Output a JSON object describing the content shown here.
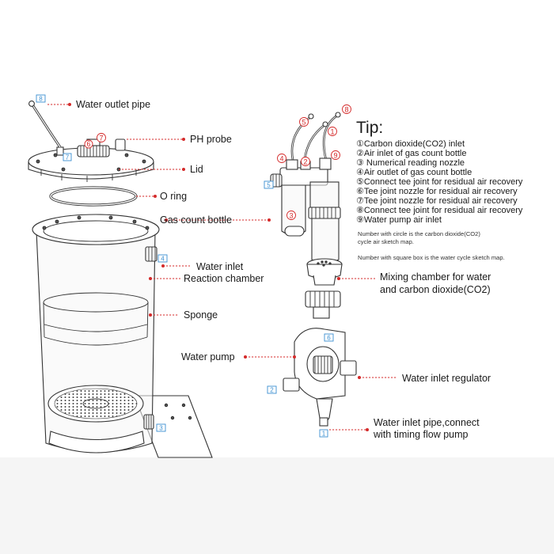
{
  "labels": {
    "water_outlet_pipe": "Water outlet pipe",
    "ph_probe": "PH probe",
    "lid": "Lid",
    "o_ring": "O ring",
    "gas_count_bottle": "Gas count bottle",
    "water_inlet": "Water inlet",
    "reaction_chamber": "Reaction chamber",
    "sponge": "Sponge",
    "water_pump": "Water pump",
    "mixing_chamber_line1": "Mixing chamber for water",
    "mixing_chamber_line2": "and carbon dioxide(CO2)",
    "water_inlet_regulator": "Water inlet regulator",
    "water_inlet_pipe_line1": "Water inlet pipe,connect",
    "water_inlet_pipe_line2": "with timing flow pump"
  },
  "tip": {
    "title": "Tip:",
    "items": [
      "①Carbon dioxide(CO2) inlet",
      "②Air inlet of gas count bottle",
      "③ Numerical reading nozzle",
      "④Air outlet of gas count bottle",
      "⑤Connect tee joint for residual air recovery",
      "⑥Tee joint nozzle for residual air recovery",
      "⑦Tee joint nozzle for residual air recovery",
      "⑧Connect tee joint for residual air recovery",
      "⑨Water pump air inlet"
    ],
    "note1_line1": "Number with circle is the carbon dioxide(CO2)",
    "note1_line2": "cycle air sketch map.",
    "note2": "Number with square box is the water cycle sketch map."
  },
  "square_markers": {
    "m8": "8",
    "m7": "7",
    "m5": "5",
    "m4": "4",
    "m6": "6",
    "m2": "2",
    "m3": "3",
    "m1": "1"
  },
  "circle_markers": {
    "c6": "6",
    "c7": "7",
    "c5": "5",
    "c1": "1",
    "c8": "8",
    "c4": "4",
    "c2": "2",
    "c9": "9",
    "c3": "3"
  },
  "colors": {
    "leader_red": "#d42a2a",
    "square_blue": "#3a8fd1",
    "line_gray": "#333333"
  }
}
